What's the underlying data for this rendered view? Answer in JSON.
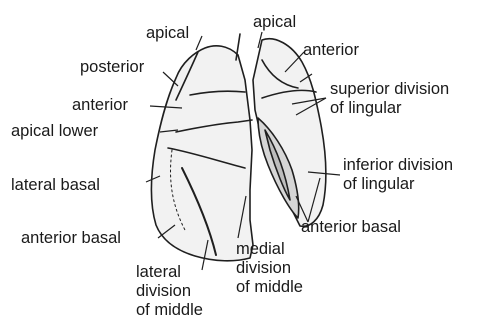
{
  "diagram": {
    "subject": "Bronchopulmonary segments of the lungs, anterior view",
    "colors": {
      "outline": "#1f1f1f",
      "lobe_shade": "#e6e6e6",
      "inner_shade": "#cfcfcf",
      "background": "#ffffff"
    },
    "labels": {
      "right_apical": "apical",
      "left_apical": "apical",
      "left_anterior": "anterior",
      "posterior": "posterior",
      "superior_lingular": "superior division of lingular",
      "right_anterior": "anterior",
      "apical_lower": "apical lower",
      "inferior_lingular": "inferior division of lingular",
      "lateral_basal": "lateral basal",
      "anterior_basal_left": "anterior basal",
      "anterior_basal_right": "anterior basal",
      "medial_middle": "medial division of middle",
      "lateral_middle": "lateral division of middle"
    },
    "label_lines": {
      "superior_lingular": [
        "superior division",
        "of lingular"
      ],
      "inferior_lingular": [
        "inferior division",
        "of lingular"
      ],
      "medial_middle": [
        "medial",
        "division",
        "of middle"
      ],
      "lateral_middle": [
        "lateral",
        "division",
        "of middle"
      ]
    }
  }
}
